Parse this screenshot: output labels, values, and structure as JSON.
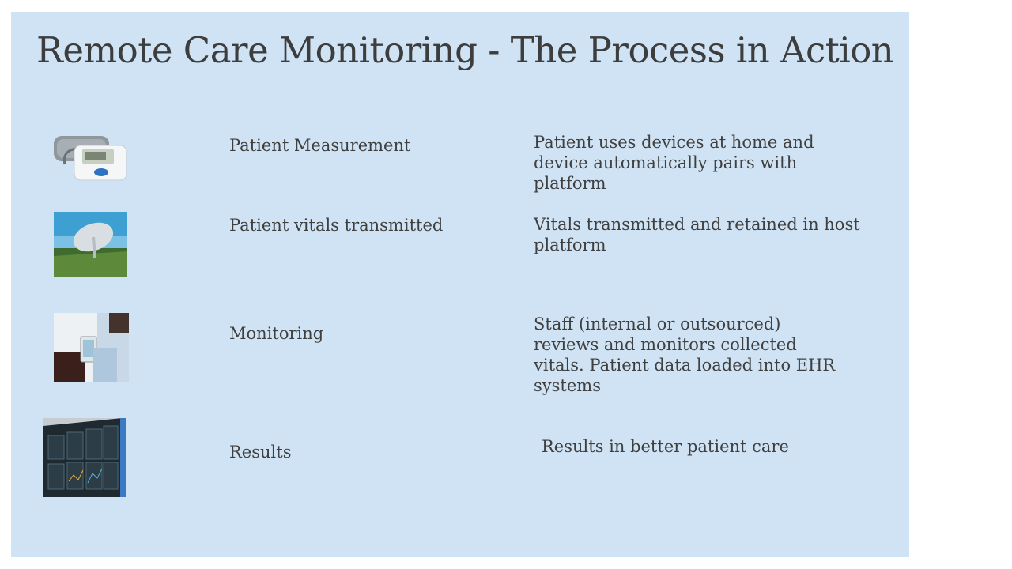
{
  "slide": {
    "title": "Remote Care Monitoring - The Process in Action",
    "rows": [
      {
        "step": "Patient Measurement",
        "description": "Patient uses devices at home and device automatically pairs with platform",
        "icon": "blood-pressure-monitor-icon"
      },
      {
        "step": "Patient vitals transmitted",
        "description": "Vitals transmitted and retained in host platform",
        "icon": "satellite-dish-icon"
      },
      {
        "step": "Monitoring",
        "description": "Staff (internal or outsourced) reviews and monitors collected vitals. Patient data loaded into EHR systems",
        "icon": "tablet-monitoring-icon"
      },
      {
        "step": "Results",
        "description": "Results in better patient care",
        "icon": "dashboard-screen-icon"
      }
    ]
  },
  "colors": {
    "slide_background": "#cfe3f4",
    "text": "#3f3f3f"
  }
}
